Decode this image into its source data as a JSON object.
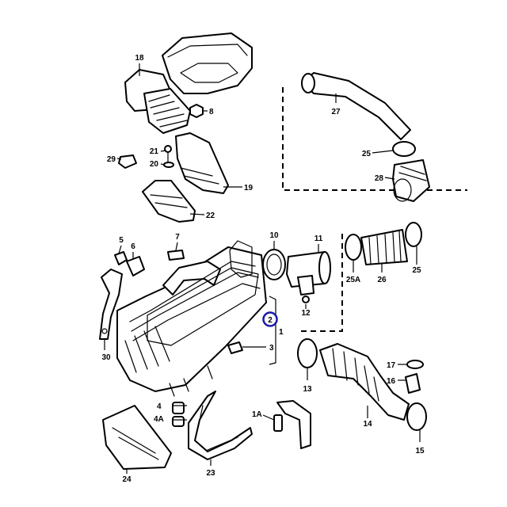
{
  "callouts": {
    "c1": "1",
    "c2": "2",
    "c3": "3",
    "c4": "4",
    "c4A": "4A",
    "c5": "5",
    "c6": "6",
    "c7": "7",
    "c8": "8",
    "c10": "10",
    "c11": "11",
    "c12": "12",
    "c13": "13",
    "c14": "14",
    "c15": "15",
    "c16": "16",
    "c17": "17",
    "c18": "18",
    "c19": "19",
    "c20": "20",
    "c21": "21",
    "c22": "22",
    "c23": "23",
    "c24": "24",
    "c25_top": "25",
    "c25A": "25A",
    "c26": "26",
    "c25_right": "25",
    "c27": "27",
    "c28": "28",
    "c29": "29",
    "c30": "30",
    "c1A": "1A"
  },
  "colors": {
    "highlight": "#1a1aa6",
    "line": "#000000",
    "background": "#ffffff"
  }
}
